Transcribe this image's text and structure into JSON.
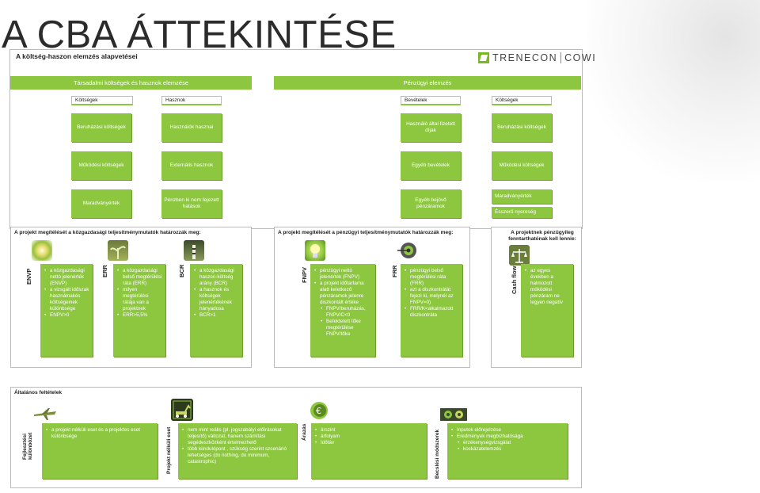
{
  "slide_title": "A CBA ÁTTEKINTÉSE",
  "subtitle": "A költség-haszon elemzés alapvetései",
  "logo": {
    "left": "TRENECON",
    "right": "COWI"
  },
  "sections": {
    "social": "Társadalmi költségek és hasznok elemzése",
    "financial": "Pénzügyi elemzés"
  },
  "columns": {
    "costs1": "Költségek",
    "benefits": "Hasznok",
    "revenues": "Bevételek",
    "costs2": "Költségek"
  },
  "boxes": {
    "c1": "Beruházási költségek",
    "c2": "Működési költségek",
    "c3": "Maradványérték",
    "b1": "Használók hasznai",
    "b2": "Externális hasznok",
    "b3": "Pénzben ki nem fejezett hatások",
    "r1": "Használó által fizetett díjak",
    "r2": "Egyéb bevételek",
    "r3": "Egyéb bejövő pénzáramok",
    "k1": "Beruházási költségek",
    "k2": "Működési költségek",
    "k3": "Maradványérték",
    "k4": "Ésszerű nyereség"
  },
  "panels": {
    "econ_title": "A projekt megítélését a közgazdasági teljesítménymutatók határozzák meg:",
    "fin_title": "A projekt megítélését a pénzügyi teljesítménymutatók határozzák meg:",
    "sust_title": "A projektnek pénzügyileg fenntarthatónak kell lennie:",
    "general_title": "Általános feltételek"
  },
  "indicators": {
    "envp": {
      "label": "ENVP",
      "items": [
        "a közgazdasági nettó jelenérték (ENVP)",
        "a vizsgált időszak használnakés költségeinek különbsége",
        "ENPV>0"
      ]
    },
    "err": {
      "label": "ERR",
      "items": [
        "a közgazdasági belső megtérülési ráta (ERR)",
        "milyen megtérülési rátája van a projektnek",
        "ERR>5,5%"
      ]
    },
    "bcr": {
      "label": "BCR",
      "items": [
        "a közgazdasági haszon-költség arány (BCR)",
        "a hasznok és költségek jelenértékének hányadosa",
        "BCR>1"
      ]
    },
    "fnpv": {
      "label": "FNPV",
      "items": [
        "pénzügyi nettó jelenérték (FNPV)",
        "a projekt időtartama alatt keletkező pénzáramok jelenre diszkontált értéke"
      ],
      "subitems": [
        "FNPV/beruházás, FNPV/C<0",
        "Befektetett tőke megtérülése FNPV/tőke"
      ]
    },
    "frr": {
      "label": "FRR",
      "items": [
        "pénzügyi belső megtérülési ráta (FRR)",
        "azt a diszkontrátát fejezi ki, melynél az FNPV=0)",
        "FRR/K<alkalmazott diszkontráta"
      ]
    },
    "cashflow": {
      "label": "Cash flow",
      "items": [
        "az egyes években a halmozott működési pénzáram ne legyen negatív"
      ]
    }
  },
  "general": {
    "fejlesztesi": {
      "label": "Fejlesztési különbözet",
      "items": [
        "a projekt nélküli eset és a projektes eset különbsége"
      ]
    },
    "projekt_nelkuli": {
      "label": "Projekt nélküli eset",
      "items": [
        "nem mint reális (pl. jogszabályi előírásokat teljesítő) változat, hanem számítási segédeszközként értelmezhető",
        "több kiindulópont , szükség szerint szcenárió lehetséges (do nothing, do minimum, catastrophic)"
      ]
    },
    "arazas": {
      "label": "Árazás",
      "items": [
        "árszint",
        "árfolyam",
        "Időtáv"
      ]
    },
    "becslesi": {
      "label": "Becslési módszerek",
      "items": [
        "Inputok előrejelzése",
        "Eredmények megbízhatósága"
      ],
      "subitems": [
        "érzékenységvizsgálat",
        "kockázatelemzés"
      ]
    }
  },
  "colors": {
    "green": "#8dc63f",
    "border": "#bbbbbb",
    "title": "#2b2b2b"
  }
}
